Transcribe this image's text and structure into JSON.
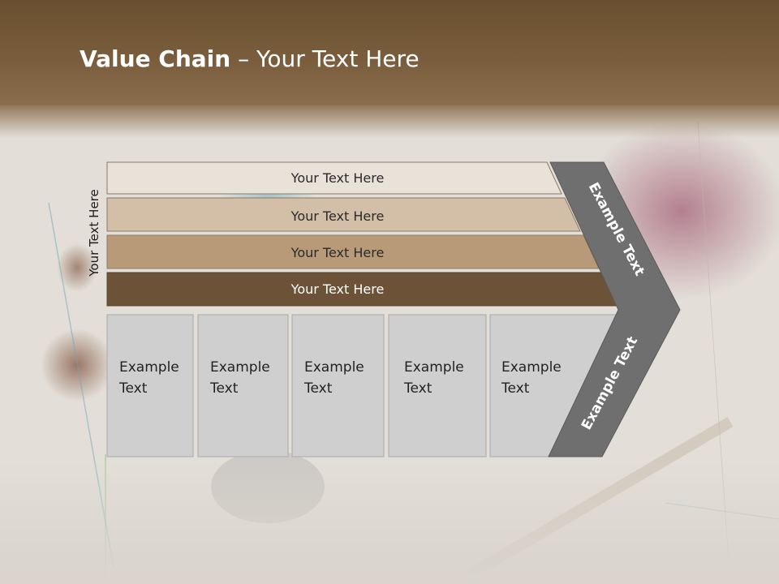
{
  "slide": {
    "title_bold": "Value Chain",
    "title_rest": " – Your Text Here",
    "vertical_label": "Your Text Here"
  },
  "bars": [
    {
      "label": "Your Text Here",
      "color": "#e9e2d8",
      "text_color": "#2a2a2a"
    },
    {
      "label": "Your Text Here",
      "color": "#d3bfa7",
      "text_color": "#2a2a2a"
    },
    {
      "label": "Your Text Here",
      "color": "#b89a78",
      "text_color": "#2a2a2a"
    },
    {
      "label": "Your Text Here",
      "color": "#6c5338",
      "text_color": "#ffffff"
    }
  ],
  "boxes": [
    {
      "line1": "Example",
      "line2": "Text"
    },
    {
      "line1": "Example",
      "line2": "Text"
    },
    {
      "line1": "Example",
      "line2": "Text"
    },
    {
      "line1": "Example",
      "line2": "Text"
    },
    {
      "line1": "Example",
      "line2": "Text"
    }
  ],
  "chevron": {
    "top_label": "Example Text",
    "bottom_label": "Example Text",
    "color": "#6f6f6f"
  },
  "colors": {
    "box_fill": "#cfcfcf",
    "box_stroke": "#a9a9a9",
    "header": "#7a5e3d"
  }
}
